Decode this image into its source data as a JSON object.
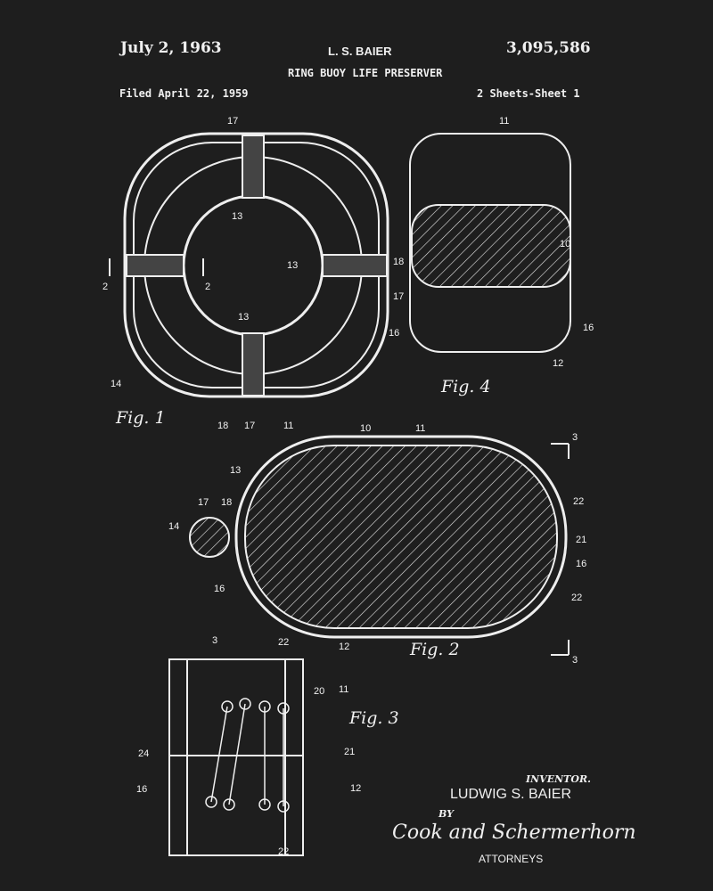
{
  "header": {
    "date": "July 2, 1963",
    "inventor_short": "L. S. BAIER",
    "patent_number": "3,095,586",
    "title": "RING BUOY LIFE PRESERVER",
    "filed": "Filed April 22, 1959",
    "sheets": "2 Sheets-Sheet 1"
  },
  "fig1": {
    "caption": "Fig. 1",
    "labels": [
      "17",
      "13",
      "13",
      "18",
      "17",
      "13",
      "14",
      "18",
      "17",
      "11",
      "2",
      "2"
    ]
  },
  "fig4": {
    "caption": "Fig. 4",
    "labels": [
      "11",
      "10",
      "16",
      "16",
      "12"
    ]
  },
  "fig2": {
    "caption": "Fig. 2",
    "labels": [
      "10",
      "11",
      "13",
      "17",
      "18",
      "14",
      "16",
      "12",
      "22",
      "21",
      "16",
      "22",
      "3",
      "3"
    ]
  },
  "fig3": {
    "caption": "Fig. 3",
    "labels": [
      "3",
      "22",
      "20",
      "11",
      "24",
      "21",
      "16",
      "12",
      "22"
    ]
  },
  "footer": {
    "inventor_heading": "INVENTOR.",
    "inventor_name": "LUDWIG S. BAIER",
    "by": "BY",
    "signature": "Cook and Schermerhorn",
    "attorneys": "ATTORNEYS"
  }
}
